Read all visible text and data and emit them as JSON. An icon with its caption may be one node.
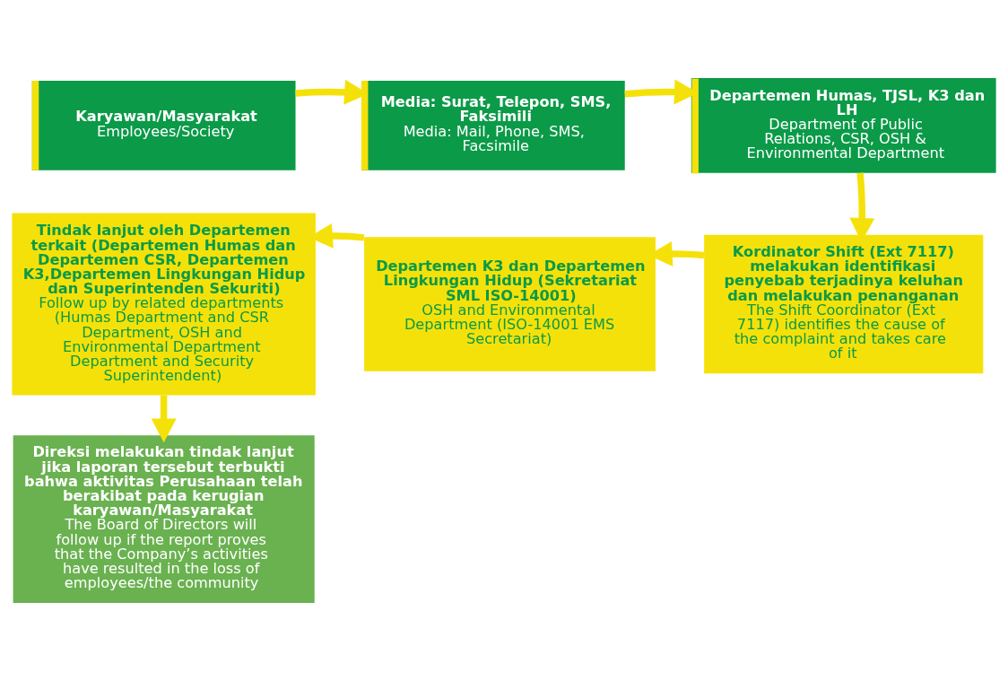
{
  "diagram": {
    "nodes": [
      {
        "text": [
          "Karyawan/Masyarakat",
          "Employees/Society"
        ]
      },
      {
        "text": [
          "Media: Surat, Telepon, SMS, Faksimili",
          "Media: Mail, Phone, SMS, Facsimile"
        ]
      },
      {
        "text": [
          "Departemen Humas, TJSL, K3 dan LH",
          "Department of Public Relations, CSR, OSH & Environmental Department"
        ]
      },
      {
        "text": [
          "Kordinator Shift (Ext 7117) melakukan identifikasi penyebab terjadinya keluhan dan melakukan penanganan",
          "The Shift Coordinator (Ext 7117) identifies the cause of the complaint and takes care of it"
        ]
      },
      {
        "text": [
          "Departemen K3 dan Departemen Lingkungan Hidup (Sekretariat SML ISO-14001)",
          "OSH and Environmental Department (ISO-14001 EMS Secretariat)"
        ]
      },
      {
        "text": [
          "Tindak lanjut oleh Departemen terkait (Departemen Humas dan Departemen CSR, Departemen K3,Departemen Lingkungan Hidup dan Superintenden Sekuriti)",
          "Follow up by related departments (Humas Department and CSR Department, OSH and Environmental Department Department and Security Superintendent)"
        ]
      },
      {
        "text": [
          "Direksi melakukan tindak lanjut jika laporan tersebut terbukti bahwa aktivitas Perusahaan telah berakibat pada kerugian karyawan/Masyarakat",
          "The Board of Directors will follow up if the report proves that the Company’s activities have resulted in the loss of employees/the community"
        ]
      }
    ],
    "edges": [
      {
        "from": 0,
        "to": 1,
        "arrow": "to"
      },
      {
        "from": 1,
        "to": 2,
        "arrow": "to"
      },
      {
        "from": 2,
        "to": 3,
        "arrow": "to"
      },
      {
        "from": 3,
        "to": 4,
        "arrow": "to"
      },
      {
        "from": 4,
        "to": 5,
        "arrow": "to"
      },
      {
        "from": 5,
        "to": 6,
        "arrow": "to"
      }
    ]
  }
}
